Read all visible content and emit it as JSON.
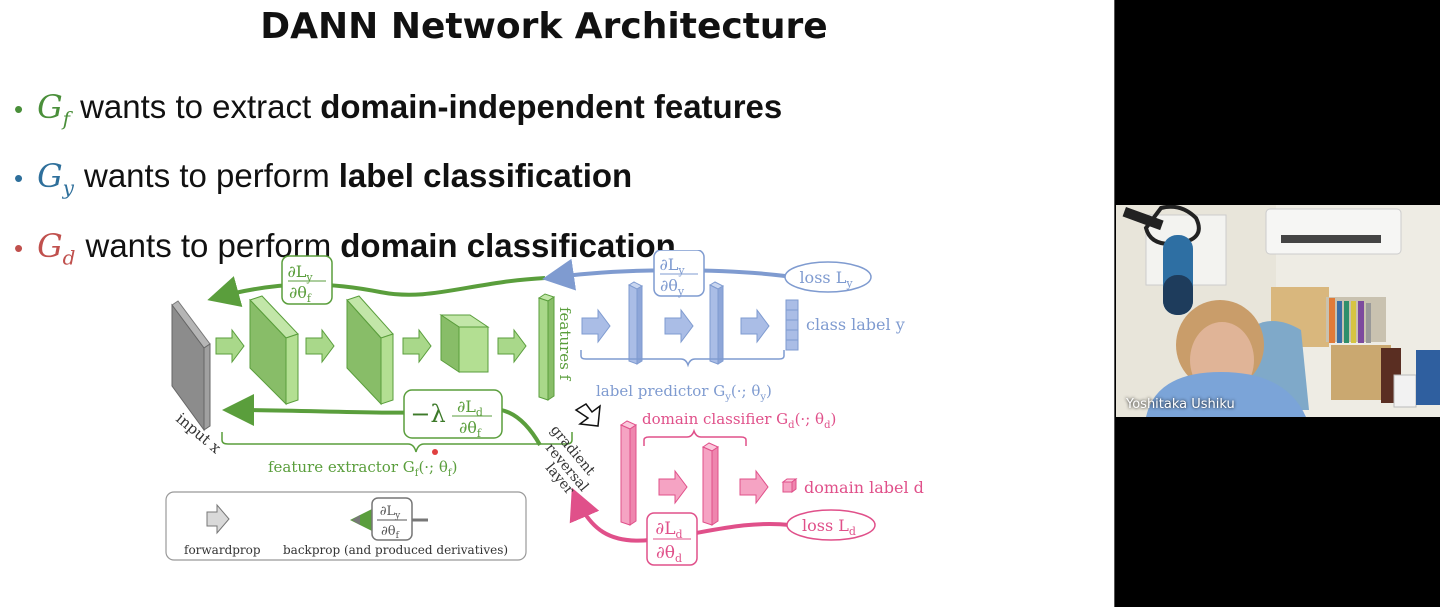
{
  "slide": {
    "title": "DANN Network Architecture",
    "bullets": [
      {
        "symbol": "G",
        "subscript": "f",
        "color": "#4a8f3a",
        "text": "wants to extract",
        "bold": "domain-independent features"
      },
      {
        "symbol": "G",
        "subscript": "y",
        "color": "#2e6f9b",
        "text": "wants to perform",
        "bold": "label classification"
      },
      {
        "symbol": "G",
        "subscript": "d",
        "color": "#c0504d",
        "text": "wants to perform",
        "bold": "domain classification"
      }
    ],
    "diagram": {
      "colors": {
        "green": "#5a9e3c",
        "green_fill": "#a9d88a",
        "blue": "#7f9bd0",
        "blue_fill": "#aabde6",
        "pink": "#e0508a",
        "pink_fill": "#f5a3c3",
        "gray": "#8a8a8a"
      },
      "input_label": "input x",
      "features_label": "features f",
      "dLy_dthetaf_num": "∂L",
      "dLy_dthetaf_num_sub": "y",
      "dLy_dthetaf_den": "∂θ",
      "dLy_dthetaf_den_sub": "f",
      "dLy_dthetay_num": "∂L",
      "dLy_dthetay_num_sub": "y",
      "dLy_dthetay_den": "∂θ",
      "dLy_dthetay_den_sub": "y",
      "neg_lambda": "−λ",
      "dLd_dthetaf_num": "∂L",
      "dLd_dthetaf_num_sub": "d",
      "dLd_dthetaf_den": "∂θ",
      "dLd_dthetaf_den_sub": "f",
      "dLd_dthetad_num": "∂L",
      "dLd_dthetad_num_sub": "d",
      "dLd_dthetad_den": "∂θ",
      "dLd_dthetad_den_sub": "d",
      "loss_y": "loss L",
      "loss_y_sub": "y",
      "loss_d": "loss L",
      "loss_d_sub": "d",
      "class_label": "class label y",
      "label_predictor": "label predictor G",
      "label_predictor_sub": "y",
      "label_predictor_args": "(·; θ",
      "label_predictor_args_sub": "y",
      "domain_classifier": "domain classifier G",
      "domain_classifier_sub": "d",
      "domain_classifier_args": "(·; θ",
      "domain_classifier_args_sub": "d",
      "domain_label": "domain label d",
      "feature_extractor": "feature extractor G",
      "feature_extractor_sub": "f",
      "feature_extractor_args": "(·; θ",
      "feature_extractor_args_sub": "f",
      "grl_line1": "gradient",
      "grl_line2": "reversal",
      "grl_line3": "layer",
      "legend_forward": "forwardprop",
      "legend_backward": "backprop (and produced derivatives)",
      "legend_num": "∂L",
      "legend_num_sub": "y",
      "legend_den": "∂θ",
      "legend_den_sub": "f"
    }
  },
  "video": {
    "participant_name": "Yoshitaka Ushiku"
  }
}
